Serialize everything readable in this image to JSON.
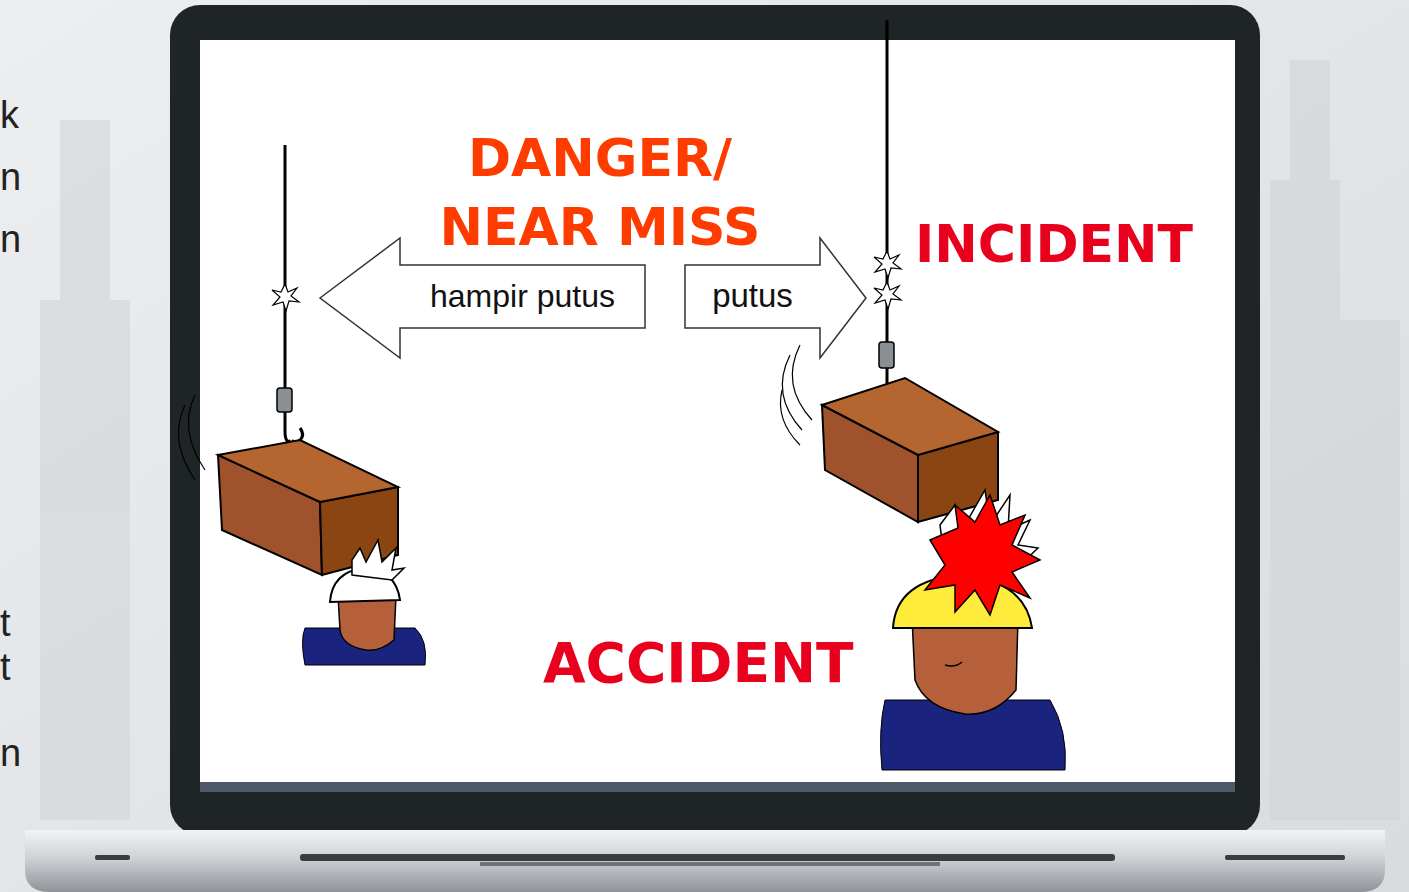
{
  "diagram": {
    "nodes": [
      {
        "text": [
          "hampir putus"
        ]
      },
      {
        "text": [
          "putus"
        ]
      }
    ],
    "labels": [
      "k",
      "n",
      "n",
      "t",
      "t",
      "n",
      "DANGER/ NEAR MISS",
      "INCIDENT",
      "ACCIDENT"
    ]
  }
}
